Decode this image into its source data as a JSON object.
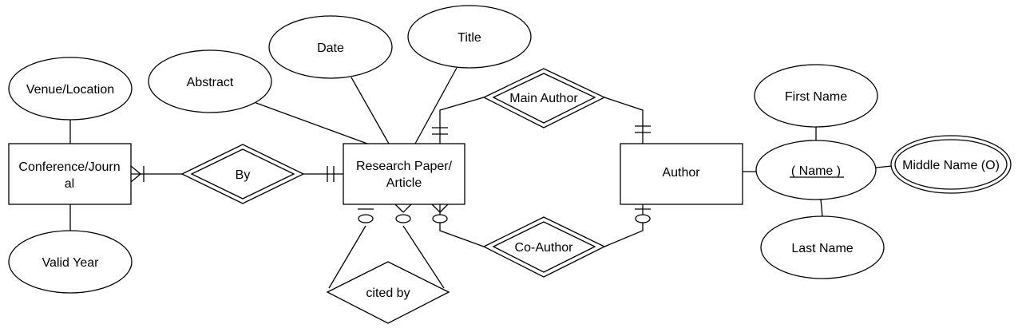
{
  "entities": {
    "conference": {
      "line1": "Conference/Journ",
      "line2": "al"
    },
    "paper": {
      "line1": "Research Paper/",
      "line2": "Article"
    },
    "author": {
      "label": "Author"
    }
  },
  "relationships": {
    "by": "By",
    "main_author": "Main Author",
    "co_author": "Co-Author",
    "cited_by": "cited by"
  },
  "attributes": {
    "venue": "Venue/Location",
    "valid_year": "Valid Year",
    "abstract": "Abstract",
    "date": "Date",
    "title": "Title",
    "first_name": "First Name",
    "name": "( Name )",
    "middle_name": "Middle Name (O)",
    "last_name": "Last Name"
  }
}
